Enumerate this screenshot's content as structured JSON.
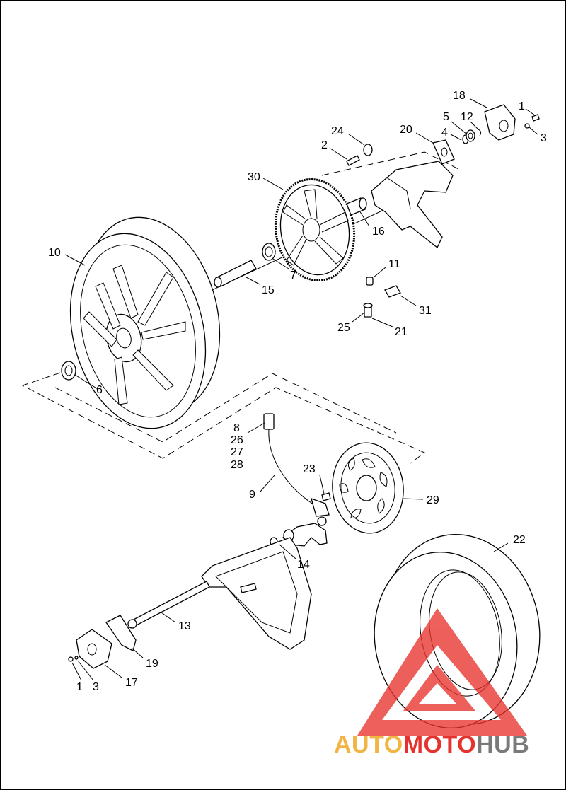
{
  "diagram": {
    "callouts": {
      "c1a": "1",
      "c3a": "3",
      "c18": "18",
      "c5": "5",
      "c12": "12",
      "c4": "4",
      "c20": "20",
      "c24": "24",
      "c2": "2",
      "c30": "30",
      "c16": "16",
      "c10": "10",
      "c7": "7",
      "c15": "15",
      "c11": "11",
      "c31": "31",
      "c25": "25",
      "c21": "21",
      "c6": "6",
      "c8": "8",
      "c26": "26",
      "c27": "27",
      "c28": "28",
      "c23": "23",
      "c9": "9",
      "c29": "29",
      "c22": "22",
      "c14": "14",
      "c13": "13",
      "c19": "19",
      "c1b": "1",
      "c3b": "3",
      "c17": "17"
    }
  },
  "watermark": {
    "part1": "AUTO",
    "part2": "MOTO",
    "part3": "HUB",
    "colors": {
      "auto": "#f2b544",
      "moto": "#e6322c",
      "hub": "#7a7a7a",
      "triangle": "#e8332e"
    }
  }
}
